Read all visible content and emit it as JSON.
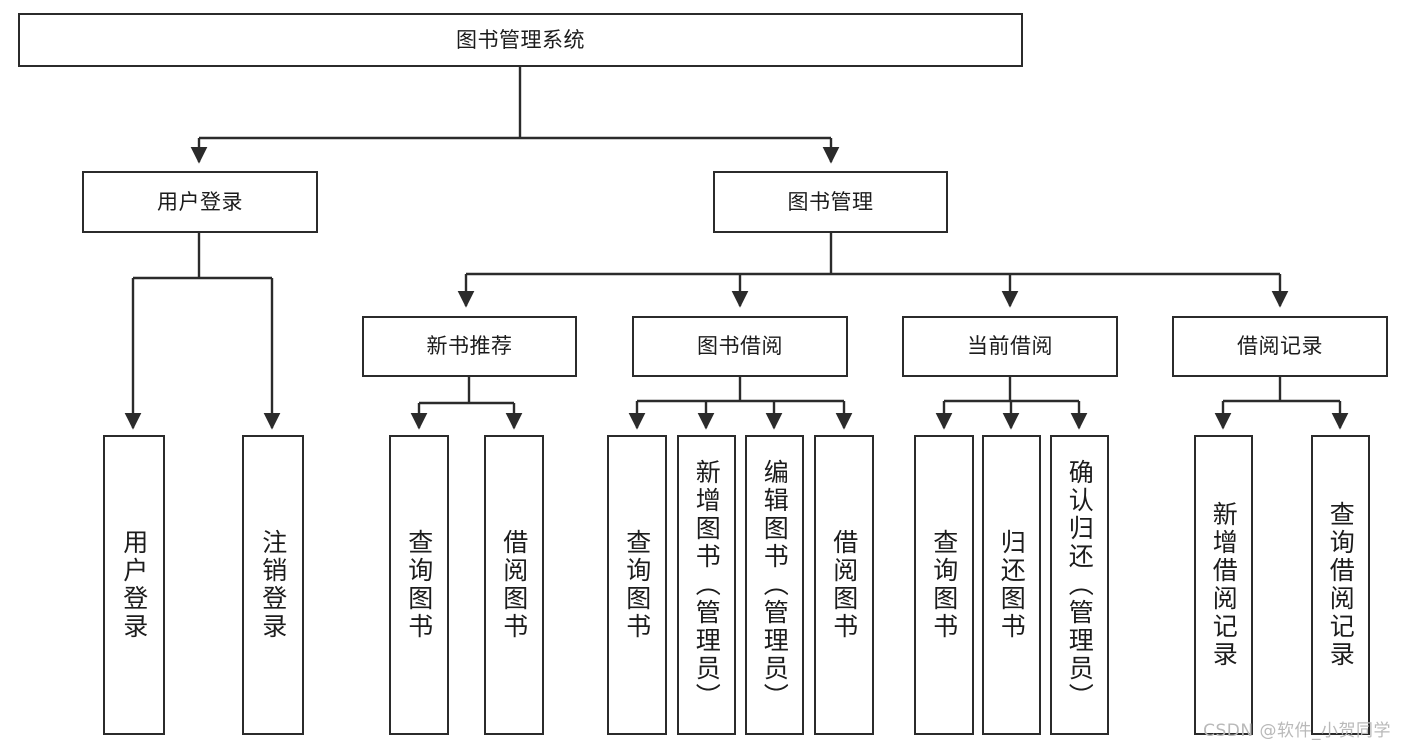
{
  "diagram": {
    "title": "图书管理系统",
    "type": "function-structure-tree",
    "watermark": "CSDN @软件_小贺同学",
    "colors": {
      "box_border": "#2b2b2b",
      "box_fill": "#ffffff",
      "connector": "#2b2b2b",
      "text": "#1c1c1c",
      "watermark": "#b9b9b9"
    },
    "levels": {
      "root": {
        "label": "图书管理系统"
      },
      "level2": [
        {
          "id": "user-login",
          "label": "用户登录"
        },
        {
          "id": "book-manage",
          "label": "图书管理"
        }
      ],
      "level3": [
        {
          "id": "new-book-rec",
          "label": "新书推荐"
        },
        {
          "id": "book-borrow",
          "label": "图书借阅"
        },
        {
          "id": "current-borrow",
          "label": "当前借阅"
        },
        {
          "id": "borrow-record",
          "label": "借阅记录"
        }
      ],
      "leaves": {
        "user_login": [
          {
            "id": "leaf-user-login",
            "label": "用户登录"
          },
          {
            "id": "leaf-logout",
            "label": "注销登录"
          }
        ],
        "new_book_rec": [
          {
            "id": "leaf-query-book-1",
            "label": "查询图书"
          },
          {
            "id": "leaf-borrow-book-1",
            "label": "借阅图书"
          }
        ],
        "book_borrow": [
          {
            "id": "leaf-query-book-2",
            "label": "查询图书"
          },
          {
            "id": "leaf-add-book",
            "label": "新增图书（管理员）"
          },
          {
            "id": "leaf-edit-book",
            "label": "编辑图书（管理员）"
          },
          {
            "id": "leaf-borrow-book-2",
            "label": "借阅图书"
          }
        ],
        "current_borrow": [
          {
            "id": "leaf-query-book-3",
            "label": "查询图书"
          },
          {
            "id": "leaf-return-book",
            "label": "归还图书"
          },
          {
            "id": "leaf-confirm-return",
            "label": "确认归还（管理员）"
          }
        ],
        "borrow_record": [
          {
            "id": "leaf-add-record",
            "label": "新增借阅记录"
          },
          {
            "id": "leaf-query-record",
            "label": "查询借阅记录"
          }
        ]
      }
    }
  }
}
